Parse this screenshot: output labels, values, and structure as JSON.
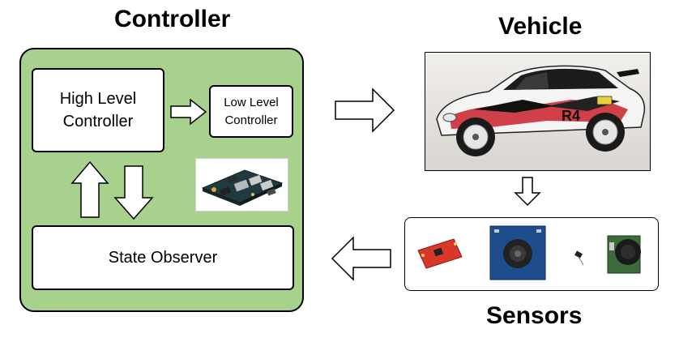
{
  "titles": {
    "controller": "Controller",
    "vehicle": "Vehicle",
    "sensors": "Sensors"
  },
  "blocks": {
    "high_level": [
      "High Level",
      "Controller"
    ],
    "low_level": [
      "Low Level",
      "Controller"
    ],
    "observer": "State Observer"
  },
  "colors": {
    "controller_panel": "#a9d18e",
    "box_fill": "#ffffff",
    "outline": "#000000"
  },
  "icons": [
    "embedded-board-icon",
    "rally-car-icon",
    "imu-board-icon",
    "camera-module-icon",
    "temperature-sensor-icon",
    "ultrasonic-sensor-icon"
  ]
}
